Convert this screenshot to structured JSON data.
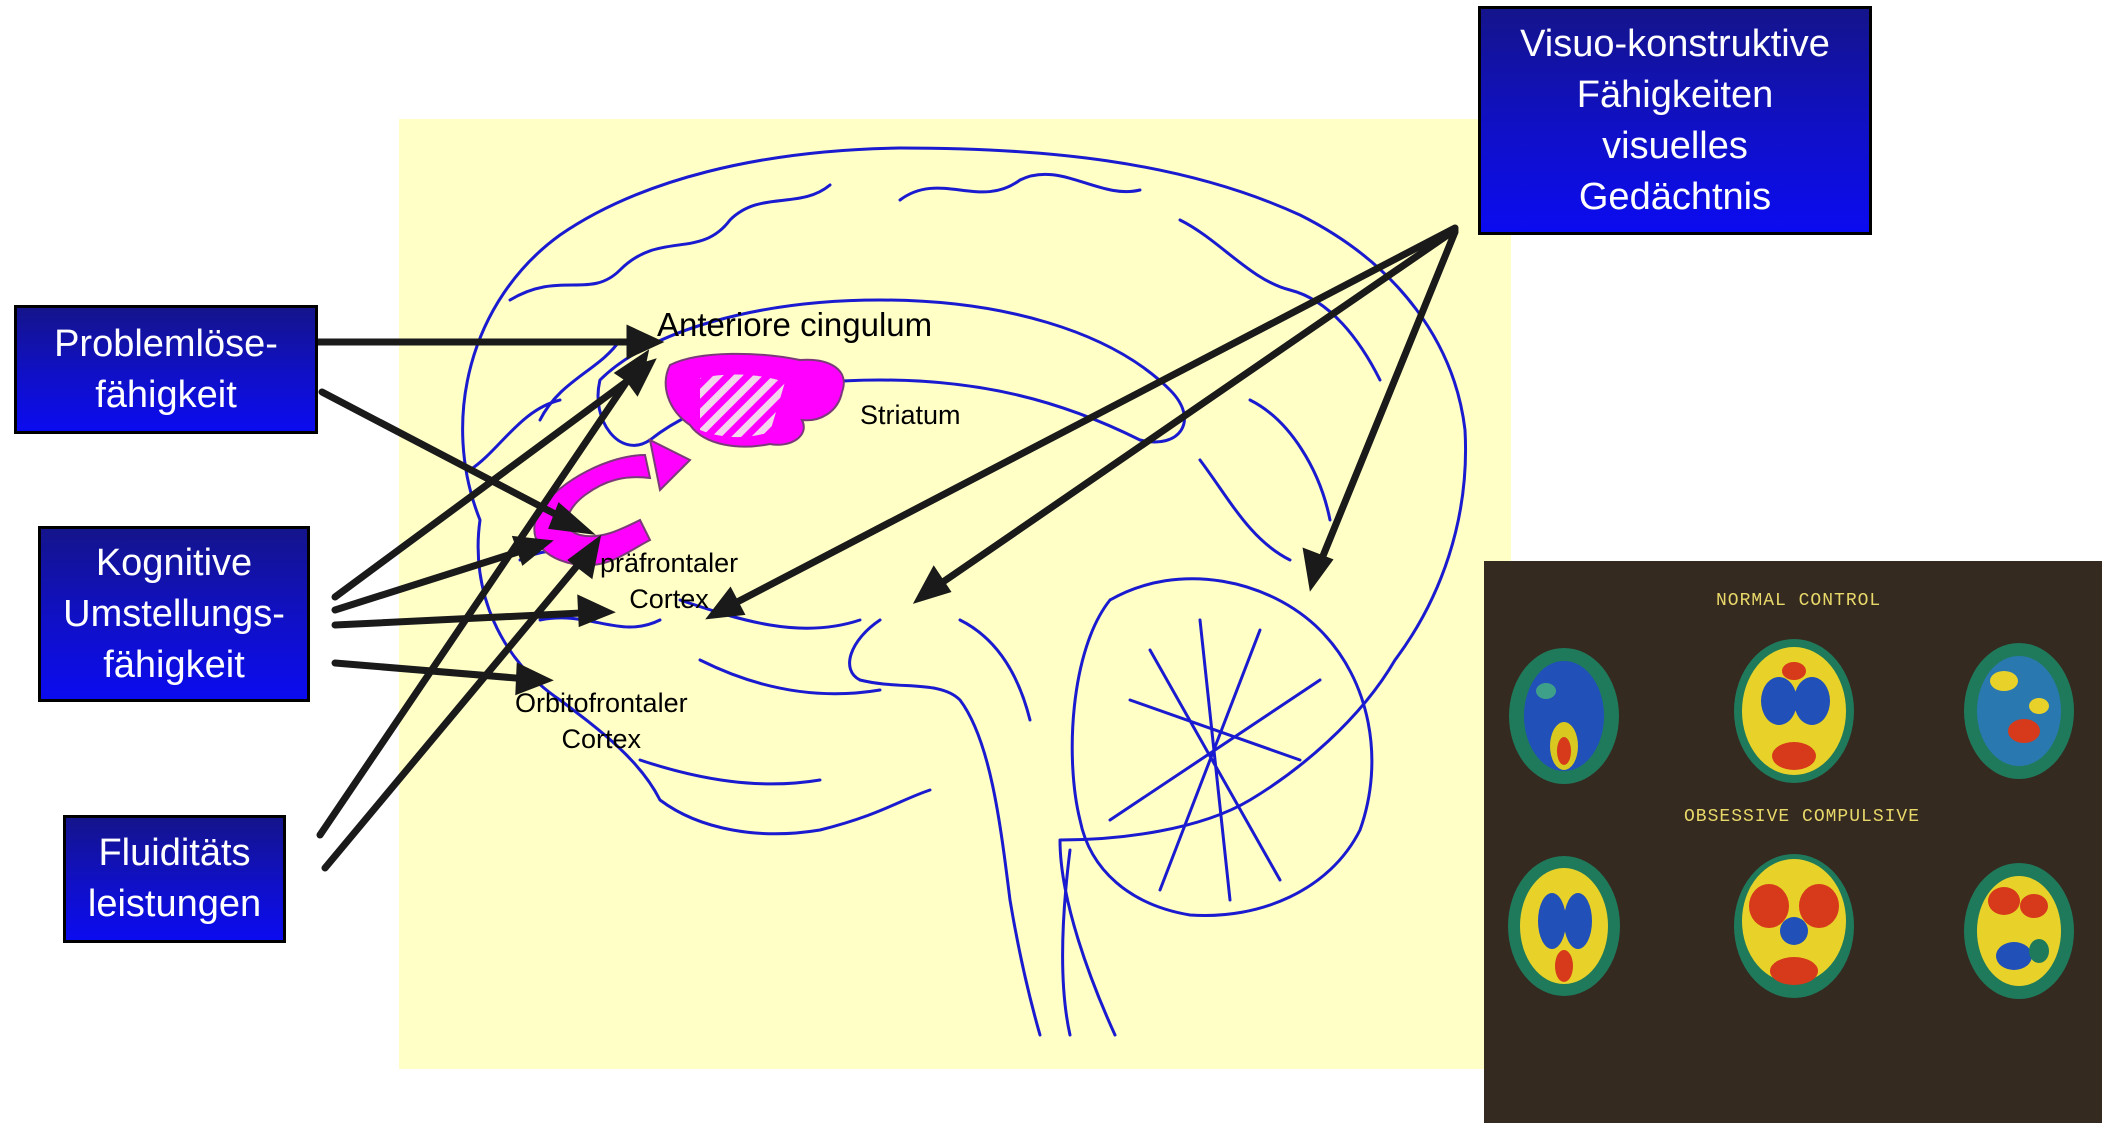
{
  "boxes": {
    "problem": [
      "Problemlöse-",
      "fähigkeit"
    ],
    "kognitiv": [
      "Kognitive",
      "Umstellungs-",
      "fähigkeit"
    ],
    "fluid": [
      "Fluiditäts",
      "leistungen"
    ],
    "visuo": [
      "Visuo-konstruktive",
      "Fähigkeiten",
      "visuelles",
      "Gedächtnis"
    ]
  },
  "labels": {
    "anteriore_cingulum": "Anteriore cingulum",
    "striatum": "Striatum",
    "praefrontaler": [
      "präfrontaler",
      "Cortex"
    ],
    "orbitofrontaler": [
      "Orbitofrontaler",
      "Cortex"
    ]
  },
  "pet_scan": {
    "normal_control": "NORMAL CONTROL",
    "obsessive_compulsive": "OBSESSIVE COMPULSIVE"
  },
  "colors": {
    "box_fill": "#1010c8",
    "panel": "#ffffc6",
    "brain_outline": "#1a1ad0",
    "highlight": "#ff00ff",
    "arrow": "#1a1a1a"
  }
}
